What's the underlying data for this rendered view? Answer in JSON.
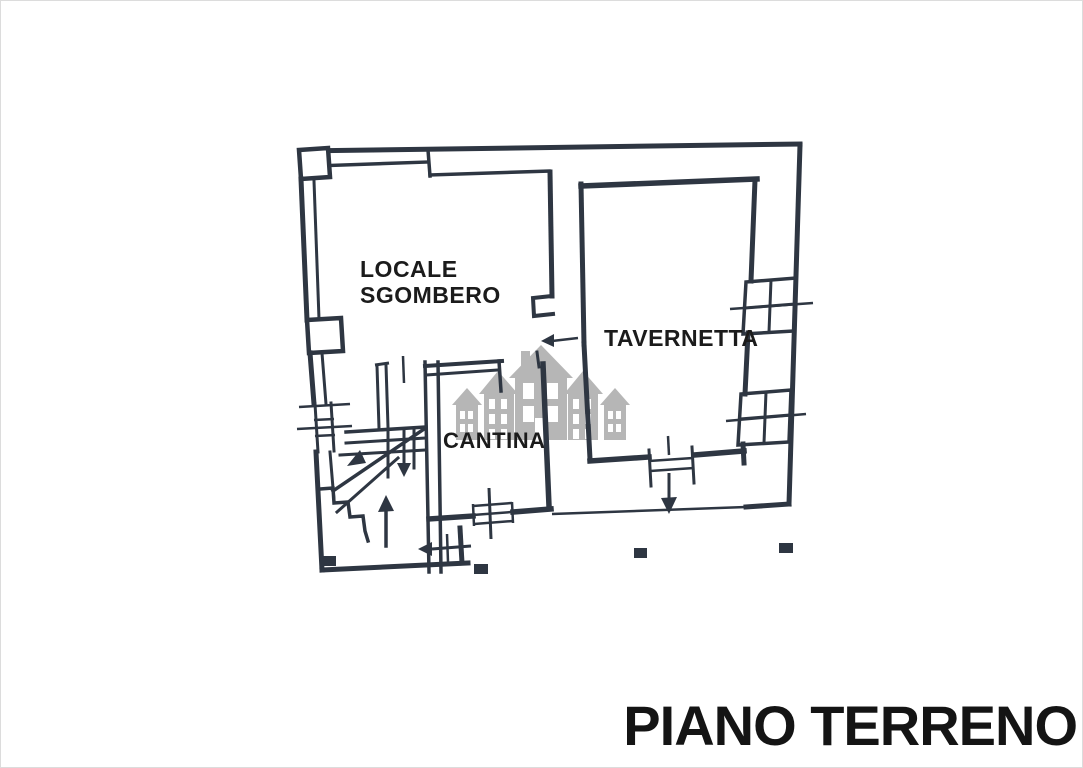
{
  "title_block": {
    "text": "PIANO TERRENO"
  },
  "rooms": {
    "sgombero": {
      "line1": "LOCALE",
      "line2": "SGOMBERO"
    },
    "tavernetta": {
      "label": "TAVERNETTA"
    },
    "cantina": {
      "label": "CANTINA"
    }
  },
  "watermark": {
    "icon": "houses-logo-icon",
    "description": "row of five gray house silhouettes"
  },
  "colors": {
    "ink": "#2e3642",
    "label": "#1b1b1b",
    "title": "#141414",
    "watermark": "#b6b6b6",
    "background": "#ffffff"
  }
}
